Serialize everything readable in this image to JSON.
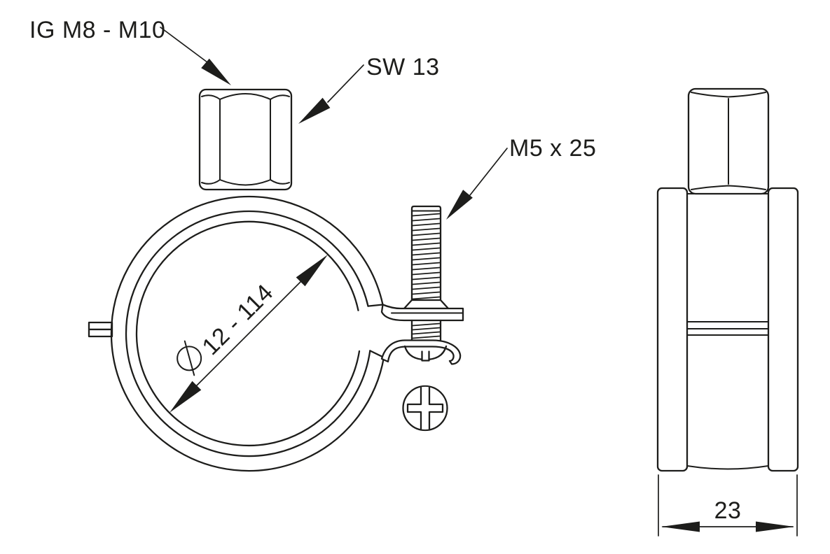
{
  "page": {
    "background_color": "#ffffff",
    "line_color": "#1d1d1b"
  },
  "annotations": {
    "thread_label": "IG M8 - M10",
    "wrench_label": "SW 13",
    "screw_label": "M5 x 25",
    "diameter_symbol": "Ø",
    "diameter_range_label": "12 - 114",
    "band_width_label": "23"
  }
}
